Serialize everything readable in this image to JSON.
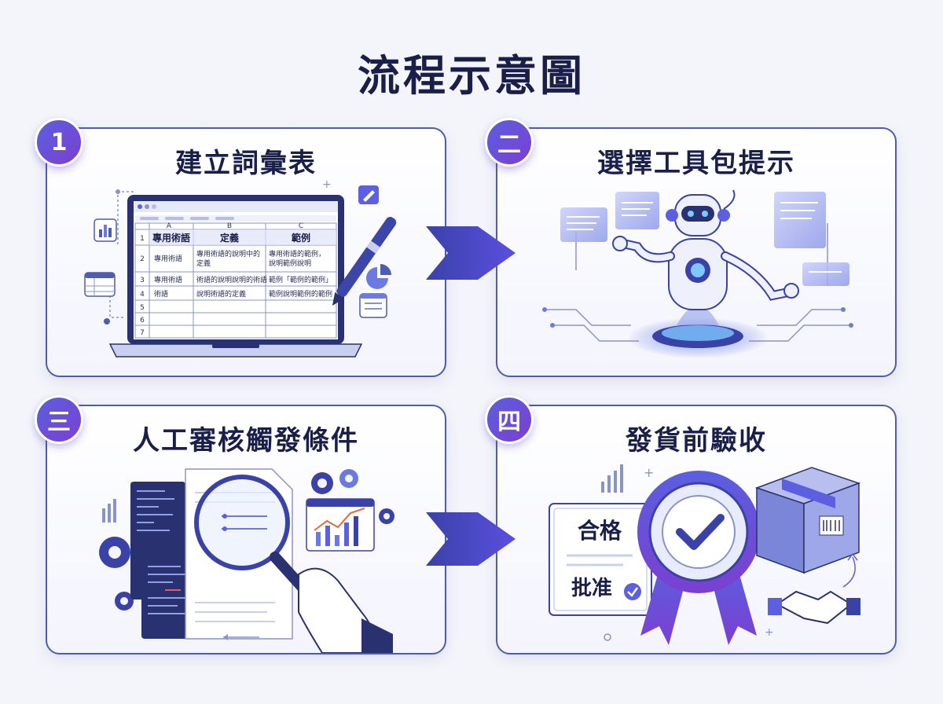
{
  "title": "流程示意圖",
  "steps": [
    {
      "badge": "1",
      "title": "建立詞彙表"
    },
    {
      "badge": "二",
      "title": "選擇工具包提示"
    },
    {
      "badge": "三",
      "title": "人工審核觸發條件"
    },
    {
      "badge": "四",
      "title": "發貨前驗收"
    }
  ],
  "spreadsheet": {
    "col_letters": [
      "A",
      "B",
      "C"
    ],
    "headers": [
      "專用術語",
      "定義",
      "範例"
    ],
    "rows": [
      {
        "num": "2",
        "a": "專用術語",
        "b1": "專用術語的說明中的",
        "b2": "定義",
        "c1": "專用術語的範例，",
        "c2": "說明範例說明"
      },
      {
        "num": "3",
        "a": "專用術語",
        "b1": "術語的說明說明的術語",
        "b2": "",
        "c1": "範例「範例的範例」",
        "c2": ""
      },
      {
        "num": "4",
        "a": "術語",
        "b1": "說明術語的定義",
        "b2": "",
        "c1": "範例說明範例的範例",
        "c2": ""
      },
      {
        "num": "5",
        "a": "",
        "b1": "",
        "b2": "",
        "c1": "",
        "c2": ""
      },
      {
        "num": "6",
        "a": "",
        "b1": "",
        "b2": "",
        "c1": "",
        "c2": ""
      },
      {
        "num": "7",
        "a": "",
        "b1": "",
        "b2": "",
        "c1": "",
        "c2": ""
      }
    ],
    "header_row_num": "1"
  },
  "certificate": {
    "line1": "合格",
    "line2": "批准"
  },
  "colors": {
    "accent": "#4d5cb0",
    "badge_start": "#5b5fe0",
    "badge_end": "#7b3fd0",
    "arrow": "#5a4fe0"
  }
}
